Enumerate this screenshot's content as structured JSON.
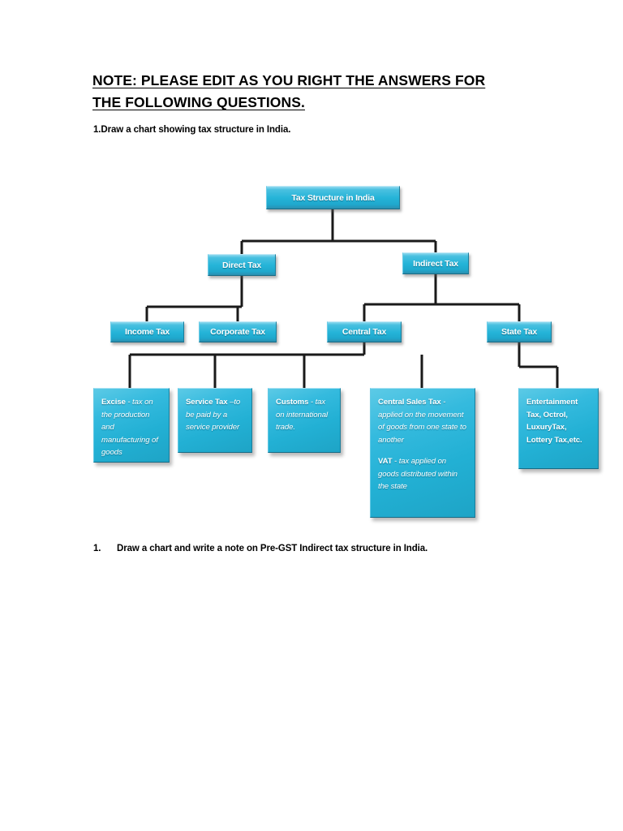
{
  "document": {
    "title_line_1": "NOTE: PLEASE EDIT AS YOU RIGHT THE ANSWERS FOR",
    "title_line_2": "THE FOLLOWING QUESTIONS.",
    "question_1": "1.Draw a chart showing tax structure in India.",
    "question_2_number": "1.",
    "question_2_text": "Draw a chart and write a note on Pre-GST Indirect tax structure in India."
  },
  "chart_data": {
    "type": "diagram",
    "title": "Tax Structure in India",
    "layout": "top-down tree",
    "nodes": {
      "root": "Tax Structure in India",
      "direct": "Direct Tax",
      "indirect": "Indirect Tax",
      "income": "Income Tax",
      "corporate": "Corporate Tax",
      "central": "Central Tax",
      "state": "State Tax"
    },
    "leaves": {
      "excise": {
        "term": "Excise",
        "description": " - tax on the production and manufacturing of goods"
      },
      "service": {
        "term": "Service Tax",
        "description": " –to be paid by a service provider"
      },
      "customs": {
        "term": "Customs",
        "description": " - tax on international trade."
      },
      "cst": {
        "term": "Central Sales Tax",
        "description": " - applied on the movement of goods from one state to another",
        "term_2": "VAT",
        "description_2": " - tax applied on goods distributed within the state"
      },
      "state_list": {
        "text": "Entertainment Tax, Octrol, LuxuryTax, Lottery Tax,etc."
      }
    },
    "edges": [
      [
        "root",
        "direct"
      ],
      [
        "root",
        "indirect"
      ],
      [
        "direct",
        "income"
      ],
      [
        "direct",
        "corporate"
      ],
      [
        "indirect",
        "central"
      ],
      [
        "indirect",
        "state"
      ],
      [
        "central",
        "excise"
      ],
      [
        "central",
        "service"
      ],
      [
        "central",
        "customs"
      ],
      [
        "central",
        "cst"
      ],
      [
        "state",
        "state_list"
      ]
    ],
    "colors": {
      "node_fill": "#25b4d8",
      "node_highlight": "#8fd9ef",
      "node_shadow": "#176b85",
      "connector": "#1a1a1a",
      "text": "#ffffff"
    }
  }
}
